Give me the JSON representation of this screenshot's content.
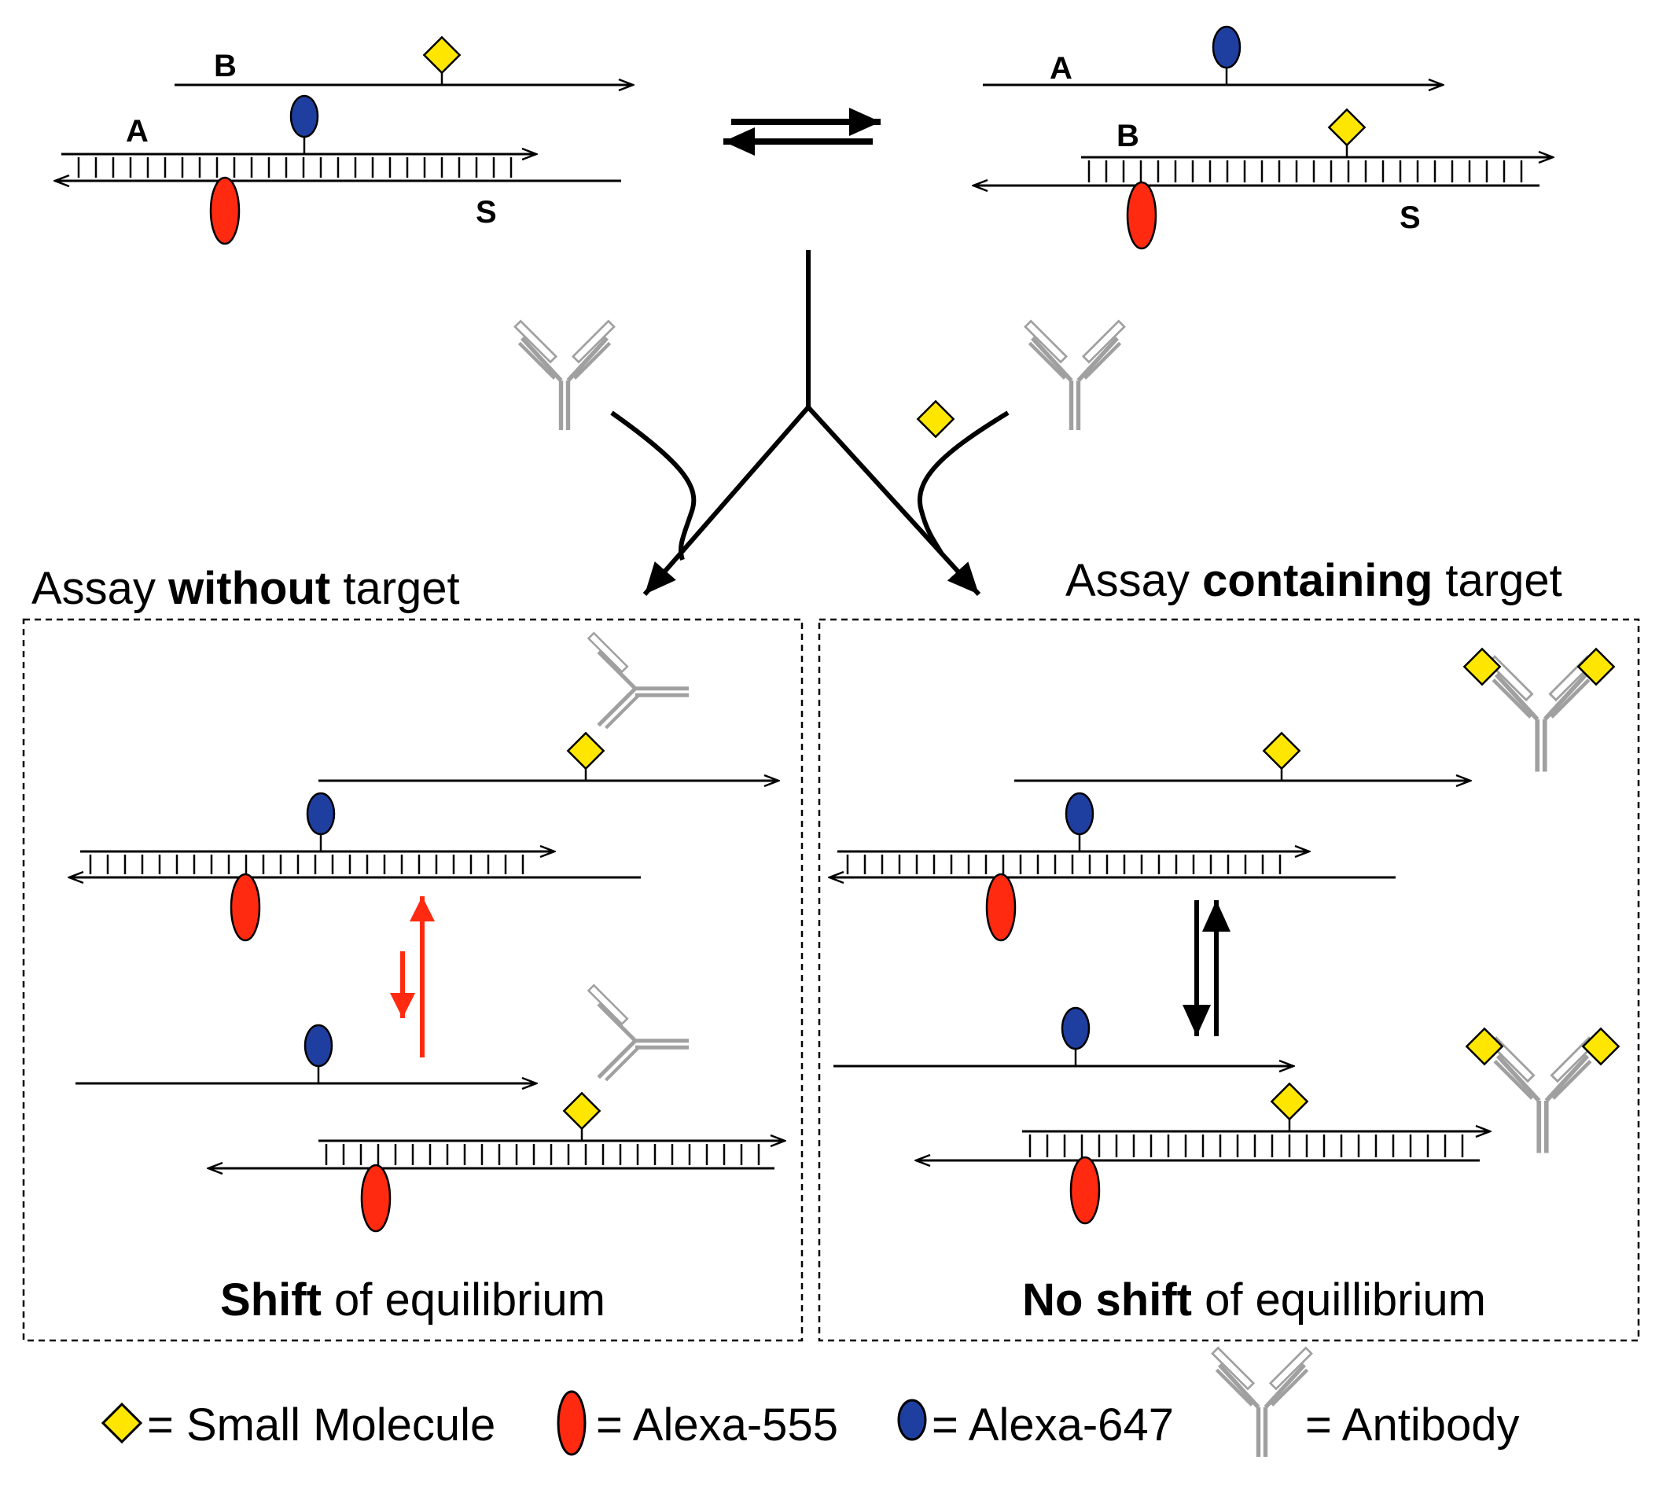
{
  "strand_labels": {
    "a": "A",
    "b": "B",
    "s": "S"
  },
  "panels": {
    "left": {
      "title_pre": "Assay ",
      "title_bold": "without",
      "title_post": " target",
      "caption_bold": "Shift",
      "caption_rest": " of equilibrium"
    },
    "right": {
      "title_pre": "Assay ",
      "title_bold": "containing",
      "title_post": " target",
      "caption_bold": "No shift",
      "caption_rest": " of equillibrium"
    }
  },
  "legend": {
    "small_molecule": "= Small Molecule",
    "alexa555": "= Alexa-555",
    "alexa647": "= Alexa-647",
    "antibody": "= Antibody"
  },
  "colors": {
    "small_molecule": "#ffe600",
    "alexa555": "#ff2a10",
    "alexa647": "#1f3fa0",
    "antibody": "#a0a0a0",
    "shift_arrow": "#ff2a10",
    "line": "#000000"
  },
  "icons": {
    "small_molecule": "yellow-diamond",
    "alexa555": "red-ellipse",
    "alexa647": "blue-ellipse",
    "antibody": "grey-y-antibody"
  }
}
